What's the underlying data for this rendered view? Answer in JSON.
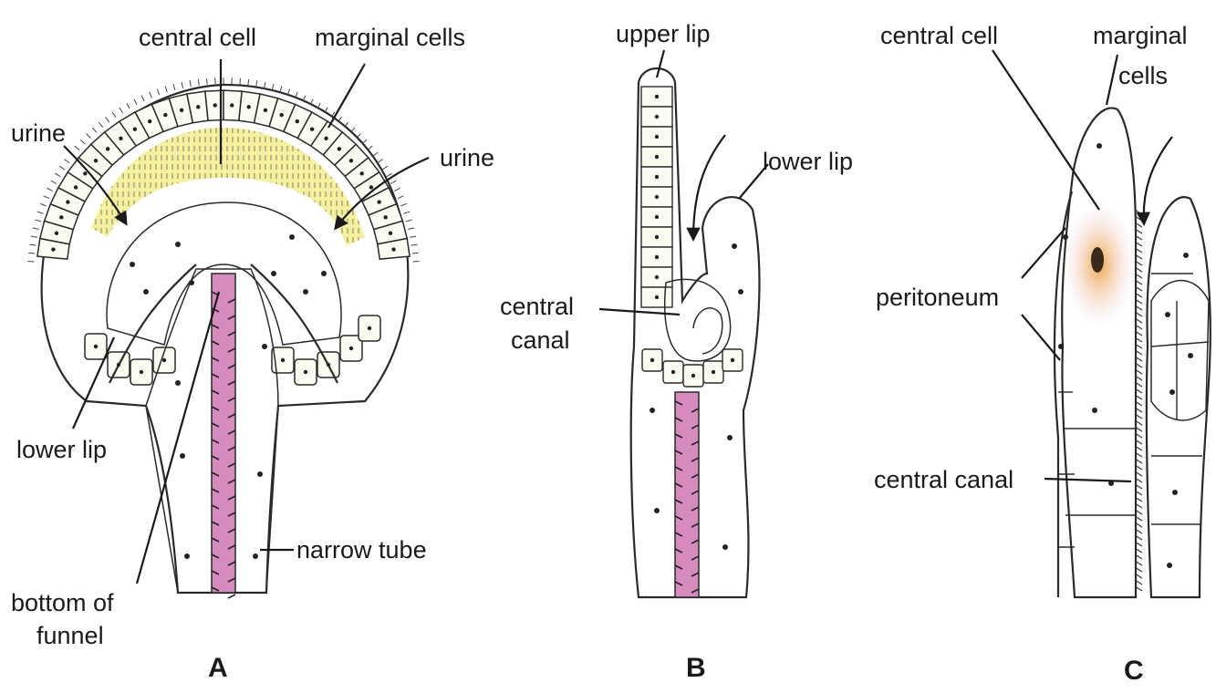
{
  "colors": {
    "yellow": "#f3f0a0",
    "pink": "#f1d9ec",
    "orange": "#f0b860",
    "canal": "#d58bbd",
    "outline": "#2a2a2a",
    "cell_fill": "#fbfbf2"
  },
  "panels": [
    {
      "id": "A",
      "letter": "A",
      "labels": {
        "central_cell": "central cell",
        "marginal_cells": "marginal cells",
        "urine_left": "urine",
        "urine_right": "urine",
        "lower_lip": "lower lip",
        "bottom_of_funnel_1": "bottom of",
        "bottom_of_funnel_2": "funnel",
        "narrow_tube": "narrow tube"
      }
    },
    {
      "id": "B",
      "letter": "B",
      "labels": {
        "upper_lip": "upper lip",
        "lower_lip": "lower lip",
        "central_canal_1": "central",
        "central_canal_2": "canal"
      }
    },
    {
      "id": "C",
      "letter": "C",
      "labels": {
        "central_cell": "central cell",
        "marginal_cells_1": "marginal",
        "marginal_cells_2": "cells",
        "peritoneum": "peritoneum",
        "central_canal": "central canal"
      }
    }
  ]
}
